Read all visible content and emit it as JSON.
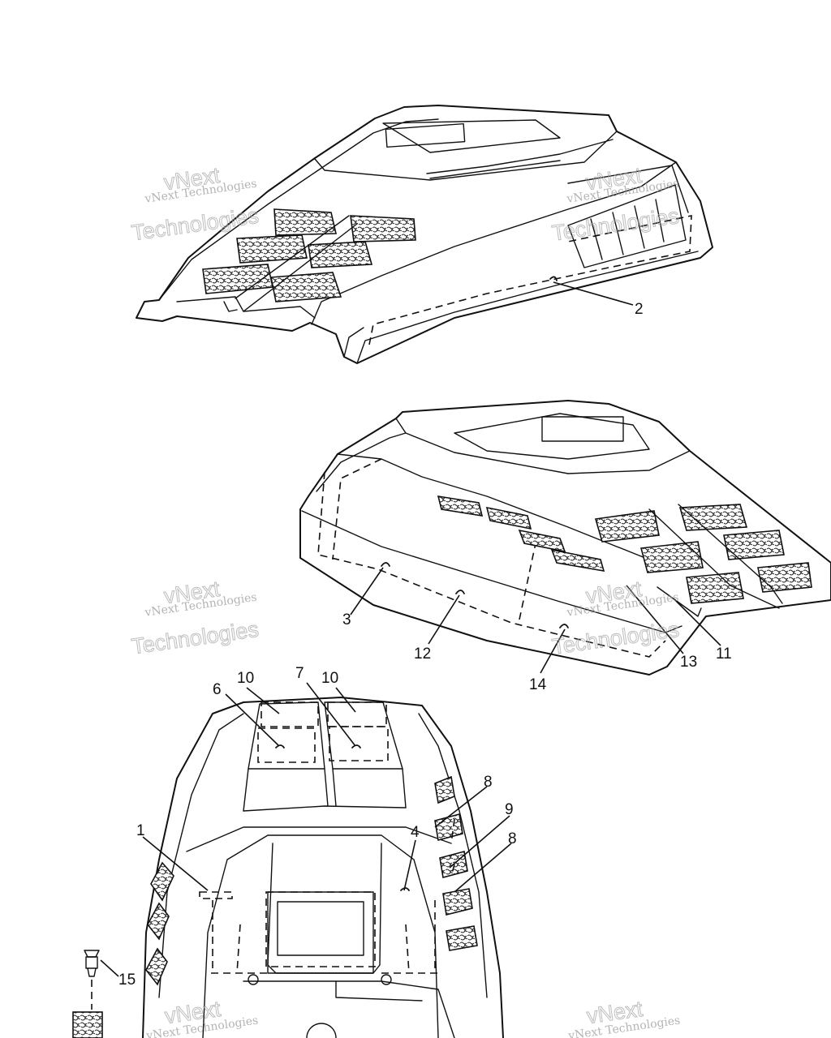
{
  "watermark": {
    "line1": "vNext Technologies",
    "line2": "vNext",
    "line3": "Technologies"
  },
  "callouts": {
    "c1": "1",
    "c2": "2",
    "c3": "3",
    "c4": "4",
    "c6": "6",
    "c7": "7",
    "c8a": "8",
    "c8b": "8",
    "c9": "9",
    "c10a": "10",
    "c10b": "10",
    "c11": "11",
    "c12": "12",
    "c13": "13",
    "c14": "14",
    "c15": "15"
  }
}
